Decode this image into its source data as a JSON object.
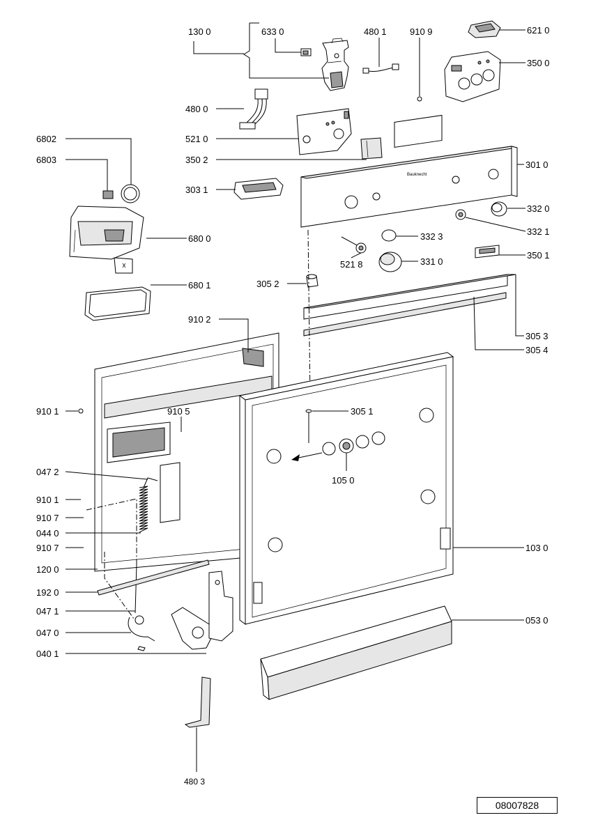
{
  "diagram": {
    "reference_number": "08007828",
    "part_labels": {
      "p1300": "130 0",
      "p6330": "633 0",
      "p4801": "480 1",
      "p9109": "910 9",
      "p6210": "621 0",
      "p3500": "350 0",
      "p4800": "480 0",
      "p5210": "521 0",
      "p3502": "350 2",
      "p3010": "301 0",
      "p6802": "6802",
      "p6803": "6803",
      "p3031": "303 1",
      "p3320": "332 0",
      "p3321": "332 1",
      "p3323": "332 3",
      "p6800": "680 0",
      "p3501": "350 1",
      "p3310": "331 0",
      "p5218": "521 8",
      "p3052": "305 2",
      "p6801": "680 1",
      "p3053": "305 3",
      "p3054": "305 4",
      "p9102": "910 2",
      "p9101a": "910 1",
      "p9105": "910 5",
      "p3051": "305 1",
      "p0472": "047 2",
      "p1050": "105 0",
      "p9101b": "910 1",
      "p9107a": "910 7",
      "p0440": "044 0",
      "p9107b": "910 7",
      "p1030": "103 0",
      "p1200": "120 0",
      "p1920": "192 0",
      "p0471": "047 1",
      "p0530": "053 0",
      "p0470": "047 0",
      "p0401": "040 1",
      "p4803": "480 3"
    }
  }
}
